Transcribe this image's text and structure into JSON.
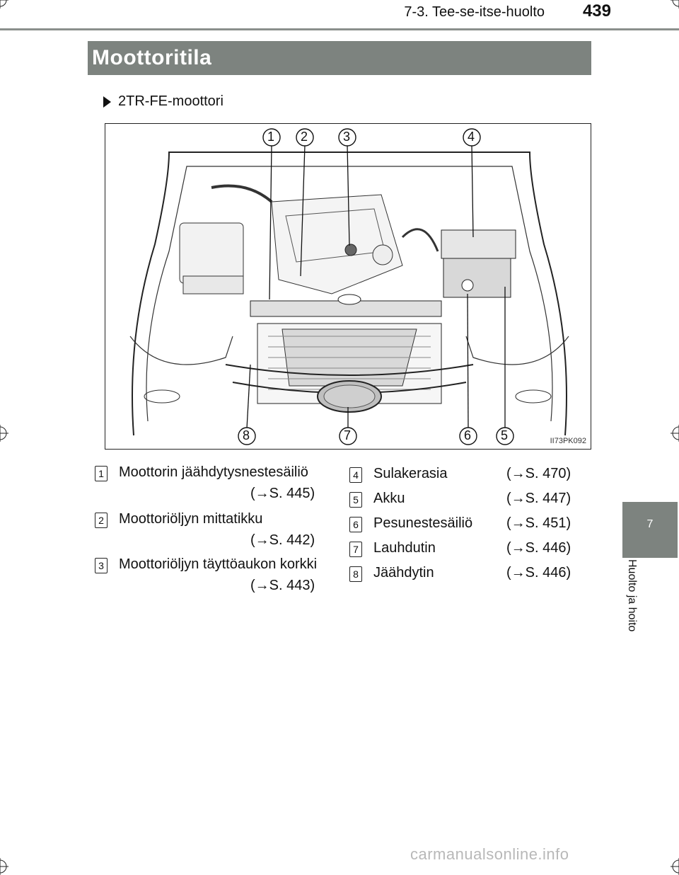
{
  "header": {
    "section": "7-3. Tee-se-itse-huolto",
    "page_number": "439"
  },
  "title": "Moottoritila",
  "subheading": "2TR-FE-moottori",
  "figure": {
    "code": "II73PK092",
    "callouts": [
      "1",
      "2",
      "3",
      "4",
      "5",
      "6",
      "7",
      "8"
    ]
  },
  "legend": [
    {
      "num": "1",
      "label": "Moottorin jäähdytysnestesäiliö",
      "ref": "(→S. 445)"
    },
    {
      "num": "2",
      "label": "Moottoriöljyn mittatikku",
      "ref": "(→S. 442)"
    },
    {
      "num": "3",
      "label": "Moottoriöljyn täyttöaukon korkki",
      "ref": "(→S. 443)"
    },
    {
      "num": "4",
      "label": "Sulakerasia",
      "ref": "(→S. 470)"
    },
    {
      "num": "5",
      "label": "Akku",
      "ref": "(→S. 447)"
    },
    {
      "num": "6",
      "label": "Pesunestesäiliö",
      "ref": "(→S. 451)"
    },
    {
      "num": "7",
      "label": "Lauhdutin",
      "ref": "(→S. 446)"
    },
    {
      "num": "8",
      "label": "Jäähdytin",
      "ref": "(→S. 446)"
    }
  ],
  "side_tab": {
    "chapter": "7",
    "label": "Huolto ja hoito"
  },
  "watermark": "carmanualsonline.info"
}
